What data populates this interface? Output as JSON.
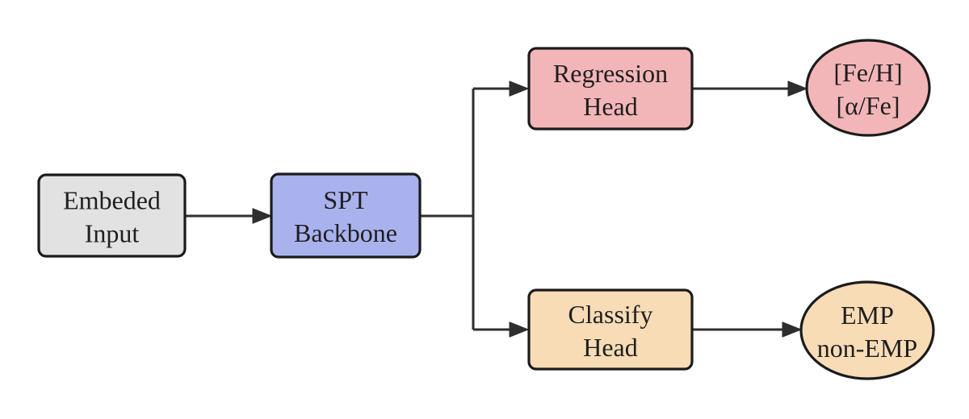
{
  "diagram": {
    "description": "Model architecture flowchart: embedded input feeds an SPT backbone which branches to a regression head producing [Fe/H] and [alpha/Fe] outputs, and a classify head producing EMP vs non-EMP output",
    "colors": {
      "background": "#ffffff",
      "node_border": "#1b1b1b",
      "connector": "#2e2e2e",
      "text": "#1f1f1f",
      "gray_fill": "#e2e2e2",
      "periwinkle_fill": "#aab2ee",
      "pink_fill": "#f3b6b8",
      "tan_fill": "#f8dcb6"
    },
    "nodes": {
      "embeded_input": {
        "shape": "rounded-rect",
        "line1": "Embeded",
        "line2": "Input",
        "fill": "#e2e2e2"
      },
      "spt_backbone": {
        "shape": "rounded-rect",
        "line1": "SPT",
        "line2": "Backbone",
        "fill": "#aab2ee"
      },
      "regression_head": {
        "shape": "rounded-rect",
        "line1": "Regression",
        "line2": "Head",
        "fill": "#f3b6b8"
      },
      "classify_head": {
        "shape": "rounded-rect",
        "line1": "Classify",
        "line2": "Head",
        "fill": "#f8dcb6"
      },
      "abundance_output": {
        "shape": "ellipse",
        "line1": "[Fe/H]",
        "line2": "[α/Fe]",
        "fill": "#f3b6b8"
      },
      "emp_output": {
        "shape": "ellipse",
        "line1": "EMP",
        "line2": "non-EMP",
        "fill": "#f8dcb6"
      }
    },
    "edges": [
      {
        "from": "embeded_input",
        "to": "spt_backbone",
        "style": "arrow"
      },
      {
        "from": "spt_backbone",
        "to": "regression_head",
        "style": "orthogonal-arrow"
      },
      {
        "from": "spt_backbone",
        "to": "classify_head",
        "style": "orthogonal-arrow"
      },
      {
        "from": "regression_head",
        "to": "abundance_output",
        "style": "arrow"
      },
      {
        "from": "classify_head",
        "to": "emp_output",
        "style": "arrow"
      }
    ]
  }
}
